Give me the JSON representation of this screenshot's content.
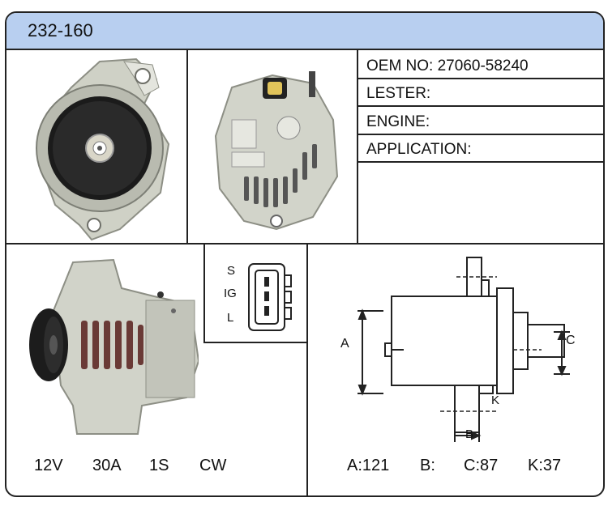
{
  "title": "232-160",
  "specs": {
    "oem_label": "OEM NO: 27060-58240",
    "lester_label": "LESTER:",
    "engine_label": "ENGINE:",
    "application_label": "APPLICATION:"
  },
  "connector": {
    "pins": [
      "S",
      "IG",
      "L"
    ]
  },
  "electrical": {
    "voltage": "12V",
    "amperage": "30A",
    "groove": "1S",
    "rotation": "CW"
  },
  "dimensions": {
    "a": "A:121",
    "b": "B:",
    "c": "C:87",
    "k": "K:37",
    "label_a": "A",
    "label_b": "B",
    "label_c": "C",
    "label_k": "K"
  },
  "colors": {
    "title_bar": "#b8cff0",
    "housing": "#d6d8cf",
    "pulley": "#1c1c1c"
  }
}
